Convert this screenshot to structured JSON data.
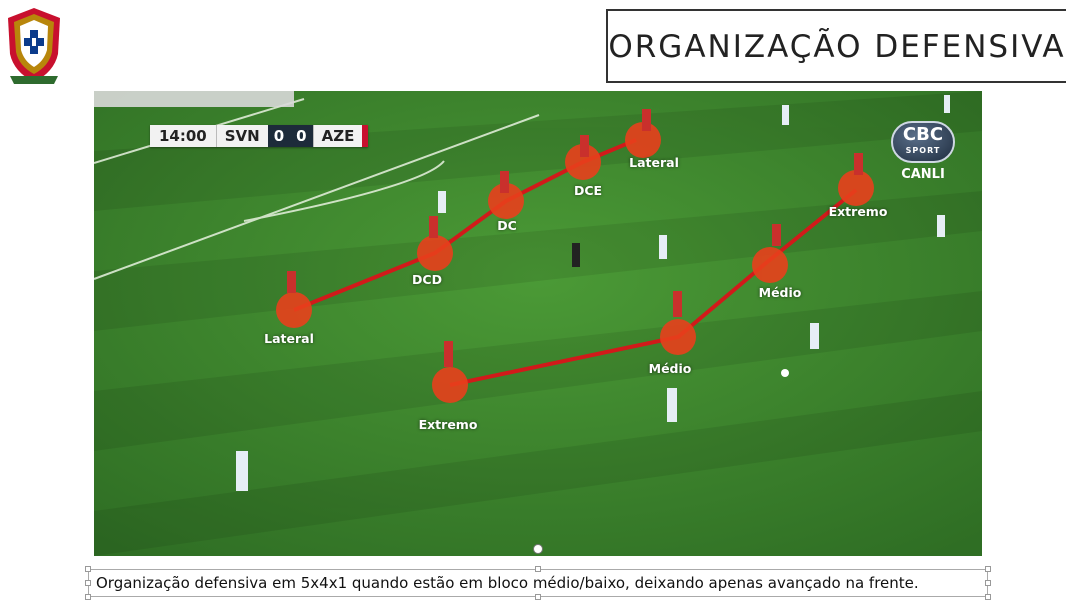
{
  "title": "ORGANIZAÇÃO DEFENSIVA",
  "scoreboard": {
    "time": "14:00",
    "home_team": "SVN",
    "home_score": "0",
    "away_score": "0",
    "away_team": "AZE"
  },
  "broadcaster": {
    "logo_text": "CBC",
    "logo_sub": "SPORT",
    "live_text": "CANLI"
  },
  "positions": {
    "lateral_left": "Lateral",
    "dcd": "DCD",
    "dc": "DC",
    "dce": "DCE",
    "lateral_right": "Lateral",
    "extremo_left": "Extremo",
    "medio_left": "Médio",
    "medio_right": "Médio",
    "extremo_right": "Extremo"
  },
  "caption": "Organização defensiva em 5x4x1 quando estão em bloco médio/baixo, deixando apenas avançado na frente.",
  "colors": {
    "pitch": "#3f8a2f",
    "marker": "#e8401c",
    "line": "#d11a1a",
    "title_border": "#333333"
  },
  "icons": {
    "crest": "portugal-fpf-crest-icon"
  }
}
